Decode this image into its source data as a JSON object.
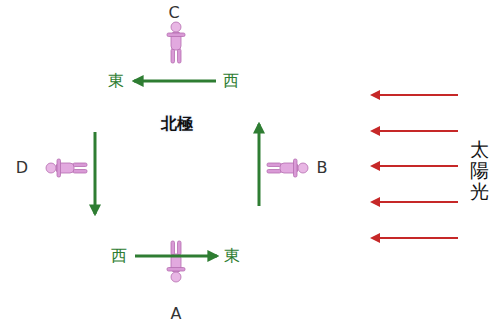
{
  "diagram": {
    "nodes": [
      {
        "text": [
          "北極"
        ]
      }
    ],
    "labels": [
      "C",
      "東",
      "西",
      "D",
      "B",
      "西",
      "東",
      "A",
      "太陽光"
    ]
  }
}
